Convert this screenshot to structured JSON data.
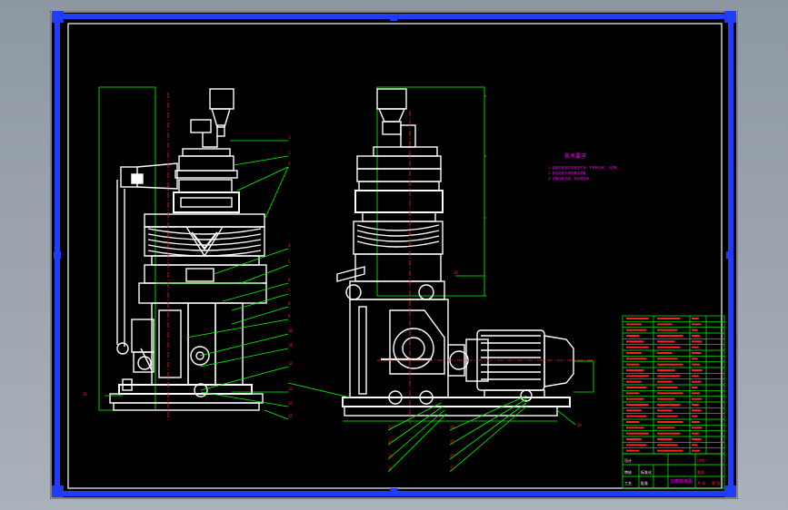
{
  "window": {
    "background": "#9aa3ad"
  },
  "drawing": {
    "background": "#000000",
    "frame_color": "#1f3cff",
    "inner_border_color": "#ffffff",
    "line_colors": {
      "outline": "#ffffff",
      "leader": "#00ff00",
      "center": "#ff2020",
      "notes": "#ff00ff",
      "title_block": "#00ff00"
    },
    "tech_notes_title": "技术要求",
    "tech_notes": [
      "1. 装配前各零件须清洗干净，不得有毛刺、飞边等。",
      "2. 各密封处不得有漏油现象。",
      "3. 设备运转平稳，无异常噪声。"
    ],
    "part_callouts": [
      "1",
      "2",
      "3",
      "4",
      "5",
      "6",
      "7",
      "8",
      "9",
      "10",
      "11",
      "12",
      "13",
      "14",
      "15",
      "16",
      "17",
      "18",
      "19",
      "20",
      "21",
      "22",
      "23",
      "24",
      "25",
      "26"
    ],
    "title_block_rows": 24,
    "title_block_cells": [
      "设计",
      "审核",
      "工艺",
      "标准化",
      "批准",
      "比例",
      "重量",
      "共 张",
      "第 张",
      "立磨总装图"
    ]
  }
}
